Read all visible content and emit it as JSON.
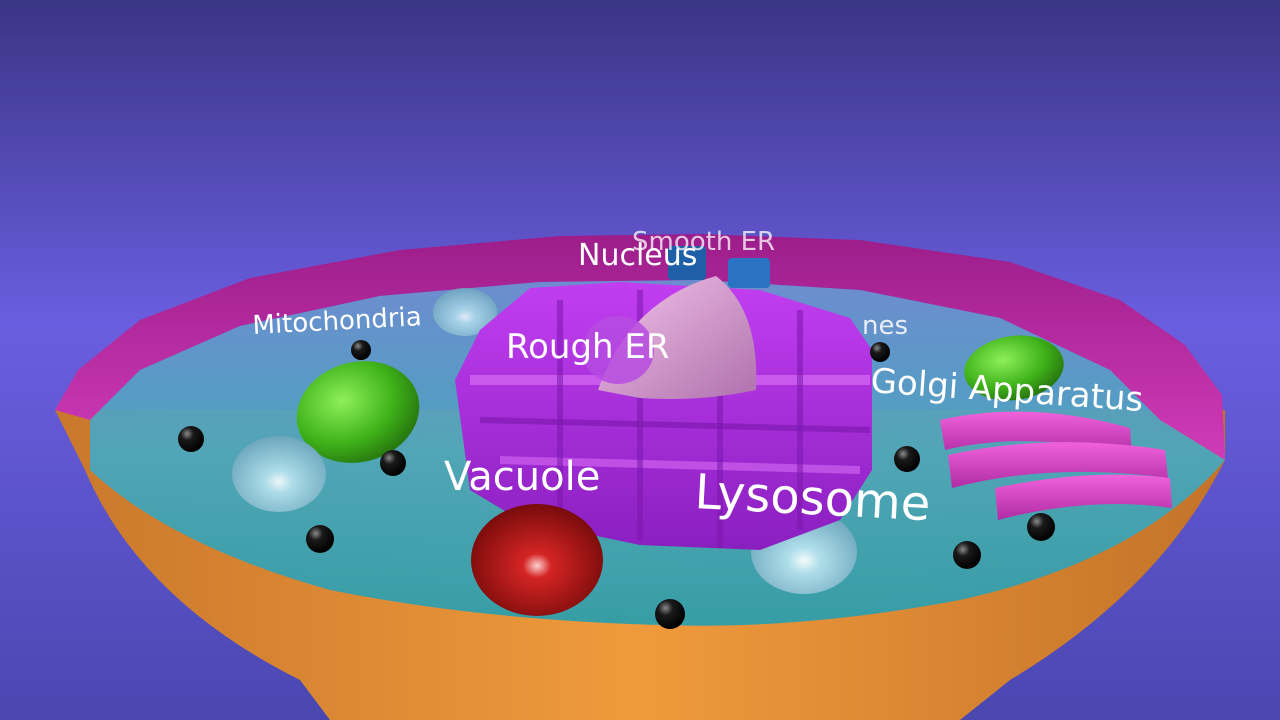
{
  "labels": {
    "smooth_er": "Smooth ER",
    "nucleus": "Nucleus",
    "mitochondria": "Mitochondria",
    "rough_er": "Rough ER",
    "ribosomes_partial": "nes",
    "golgi": "Golgi Apparatus",
    "vacuole": "Vacuole",
    "lysosome": "Lysosome"
  },
  "colors": {
    "sky_top": "#3e3a8e",
    "sky_bottom": "#6a5ee0",
    "membrane_rim": "#c22aa8",
    "cytoplasm": "#3aa3b4",
    "cell_wall": "#e58e35",
    "rough_er": "#b433e0",
    "nucleus": "#e6a6d8",
    "smooth_er": "#1f5fa8",
    "mitochondria": "#44b81e",
    "golgi": "#e44ad0",
    "vacuole": "#a51212",
    "lysosome": "#9fd0e0",
    "ribosome": "#111111"
  }
}
